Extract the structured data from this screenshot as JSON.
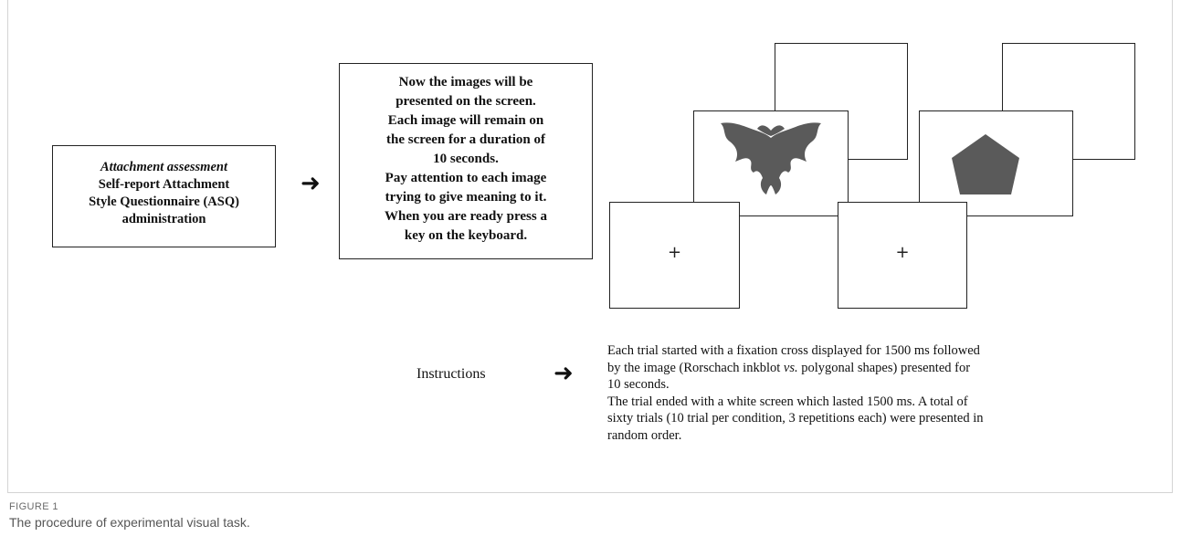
{
  "assessment_box": {
    "title": "Attachment assessment",
    "lines": [
      "Self-report Attachment",
      "Style Questionnaire (ASQ)",
      "administration"
    ]
  },
  "instructions_box": {
    "lines": [
      "Now the images will be",
      "presented on the screen.",
      "Each image will remain on",
      "the screen for a duration of",
      "10 seconds.",
      "Pay attention to each image",
      "trying to give meaning to it.",
      "When you are ready press a",
      "key on the keyboard."
    ]
  },
  "screens": {
    "fixation_symbol": "+",
    "ink_color": "#5a5a5a"
  },
  "instructions_row": {
    "label": "Instructions",
    "description_lines": [
      "Each trial started with a fixation cross displayed for 1500 ms followed",
      "by the image (Rorschach inkblot vs. polygonal shapes) presented for",
      "10 seconds.",
      "The trial ended with a white screen which lasted 1500 ms. A total of",
      "sixty trials (10 trial per condition, 3 repetitions each) were presented in",
      "random order."
    ]
  },
  "figure": {
    "label": "FIGURE 1",
    "caption": "The procedure of experimental visual task."
  }
}
